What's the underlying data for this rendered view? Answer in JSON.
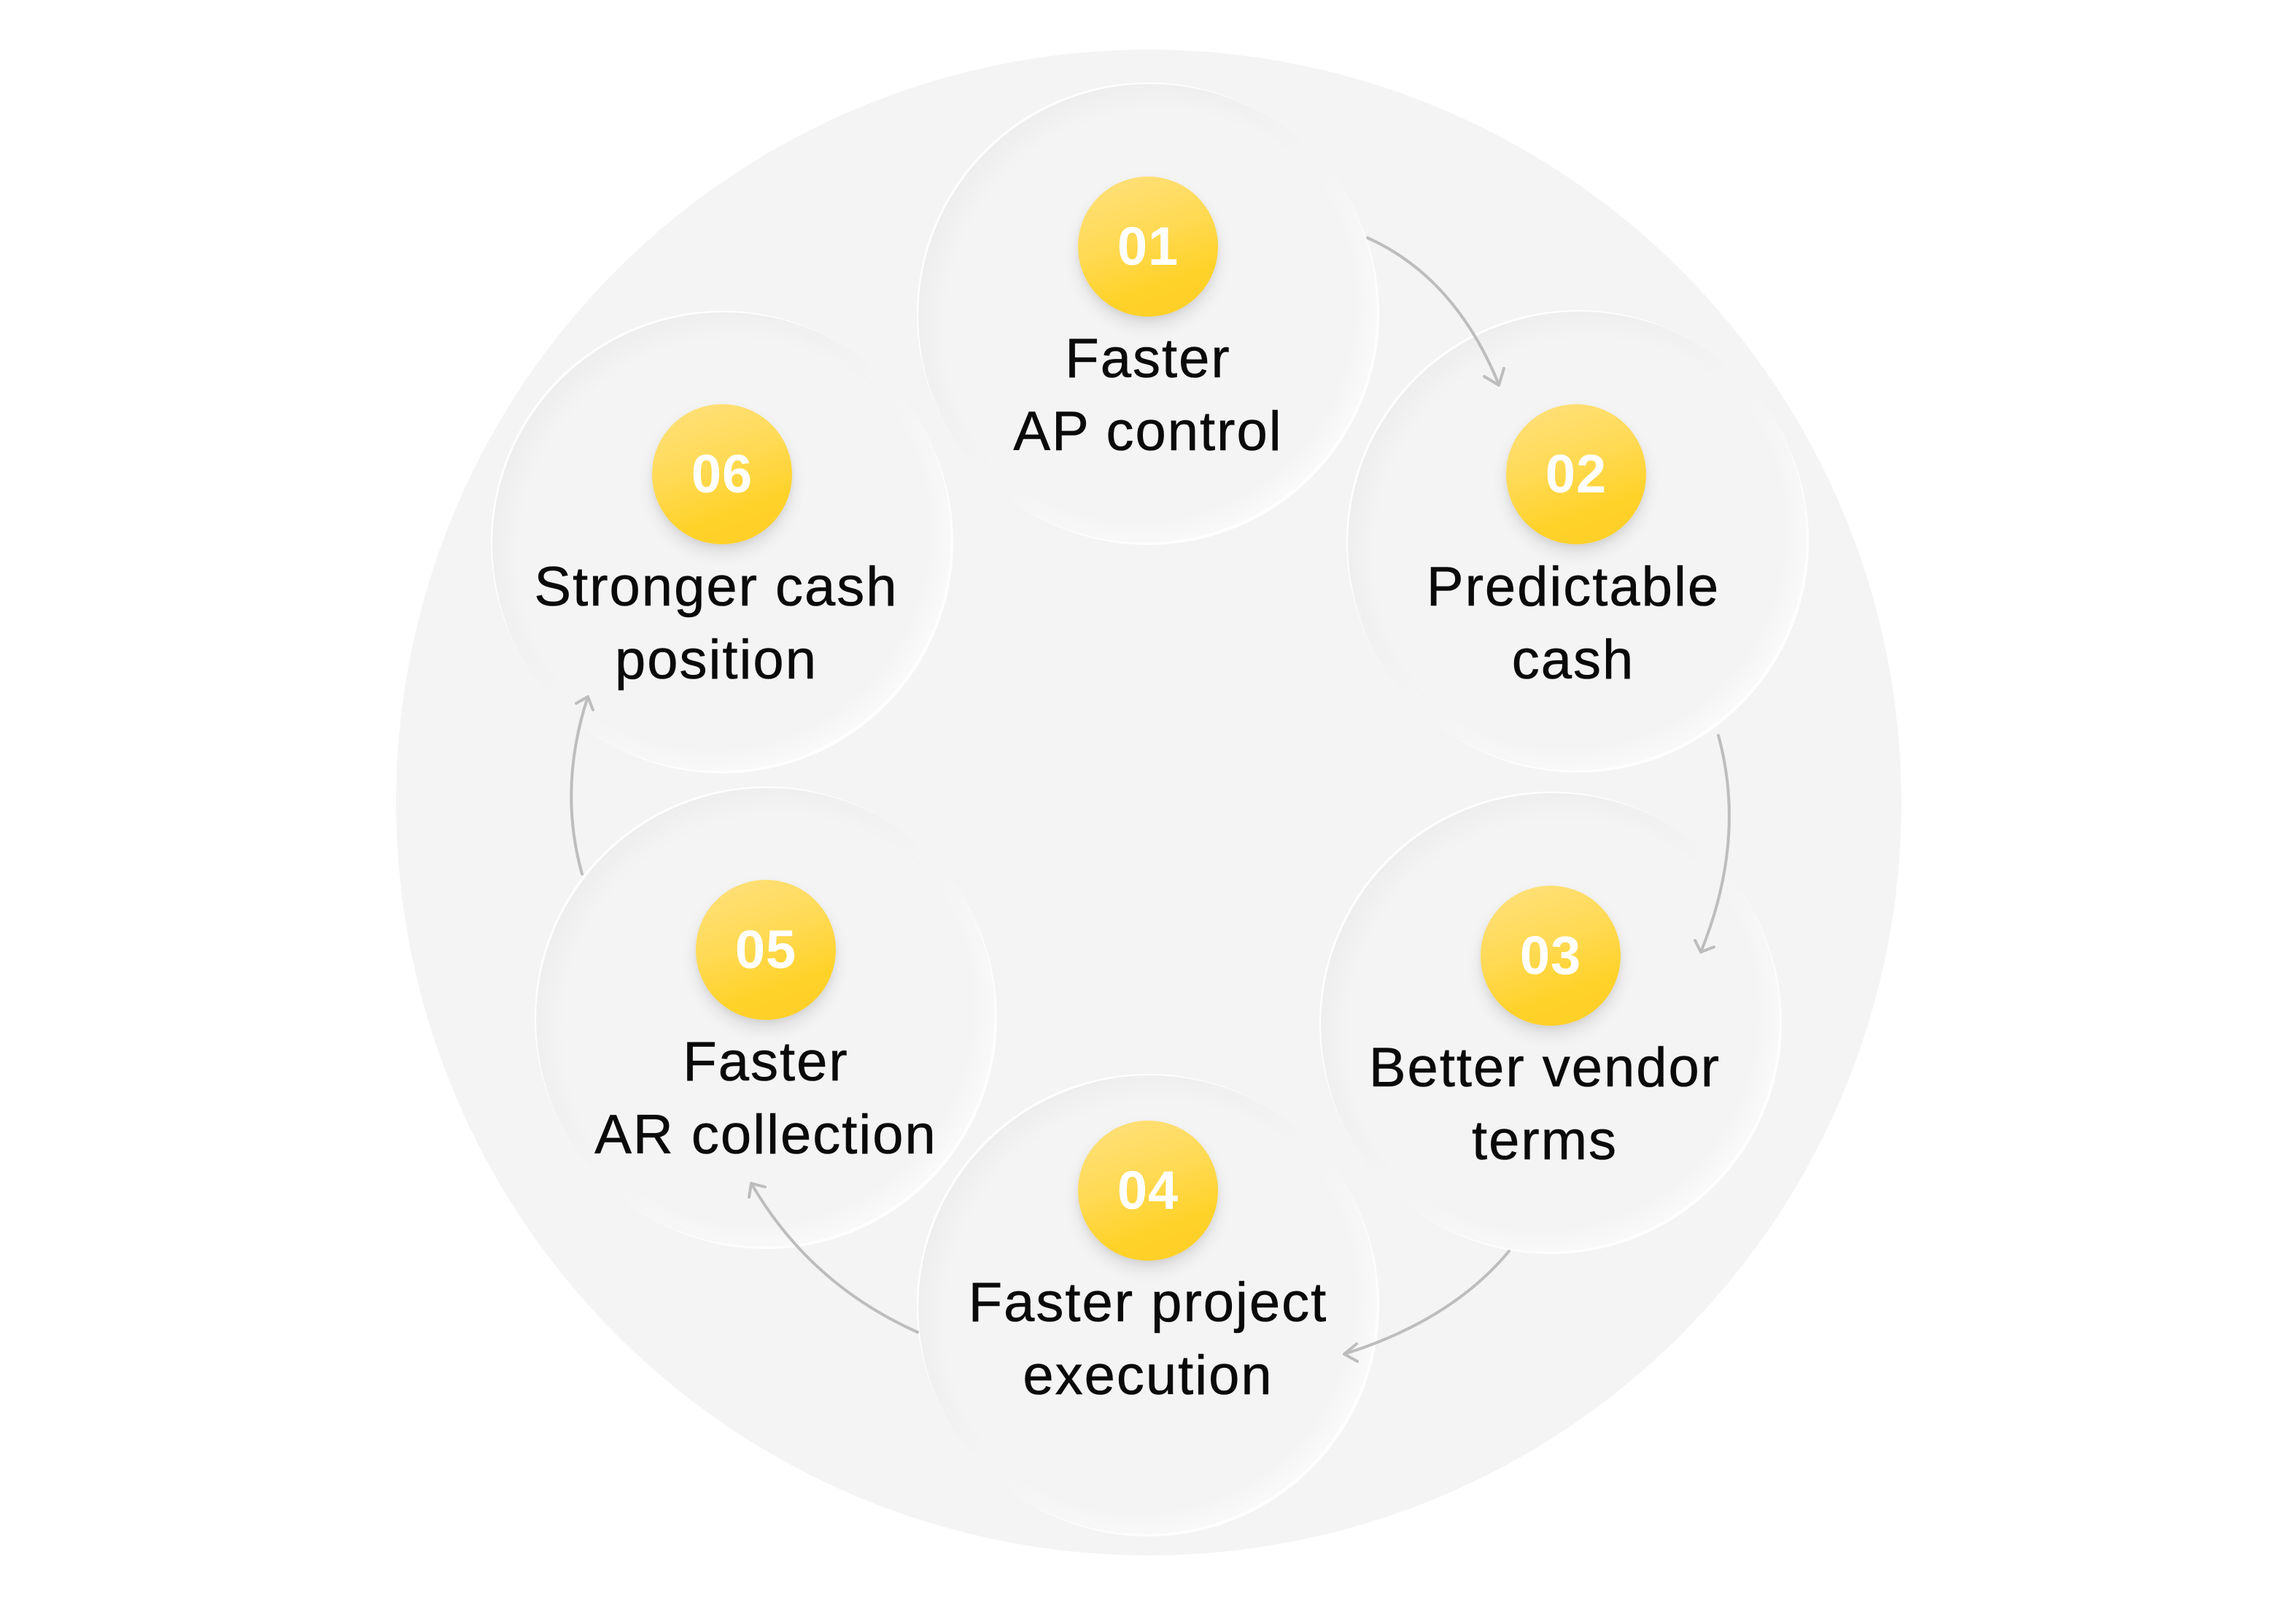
{
  "diagram": {
    "type": "cycle",
    "colors": {
      "background": "#FFFFFF",
      "outer_circle": "#F4F4F4",
      "step_circle": "#F4F4F4",
      "badge_light": "#FFE17F",
      "badge_dark": "#FFD22A",
      "badge_text": "#FFFFFF",
      "label_text": "#0A0A0A",
      "arrow": "#BDBDBD"
    },
    "steps": [
      {
        "number": "01",
        "line1": "Faster",
        "line2": "AP control"
      },
      {
        "number": "02",
        "line1": "Predictable",
        "line2": "cash"
      },
      {
        "number": "03",
        "line1": "Better vendor",
        "line2": "terms"
      },
      {
        "number": "04",
        "line1": "Faster project",
        "line2": "execution"
      },
      {
        "number": "05",
        "line1": "Faster",
        "line2": "AR collection"
      },
      {
        "number": "06",
        "line1": "Stronger cash",
        "line2": "position"
      }
    ],
    "arrows": [
      {
        "from": "01",
        "to": "02"
      },
      {
        "from": "02",
        "to": "03"
      },
      {
        "from": "03",
        "to": "04"
      },
      {
        "from": "04",
        "to": "05"
      },
      {
        "from": "05",
        "to": "06"
      }
    ]
  }
}
